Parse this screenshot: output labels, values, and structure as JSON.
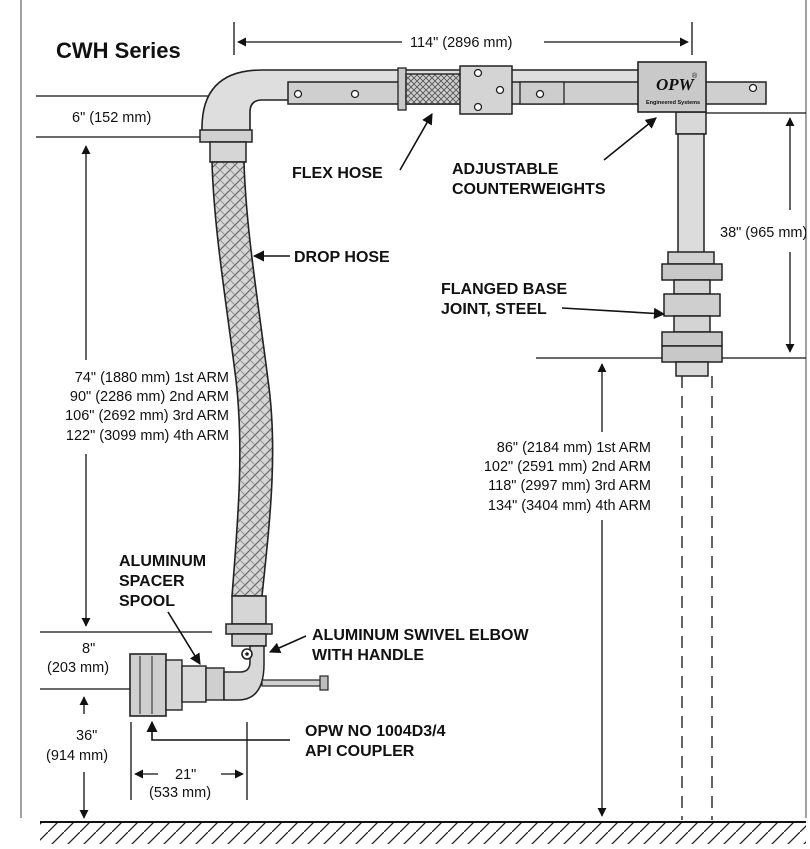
{
  "title": "CWH Series",
  "brand": {
    "name": "OPW",
    "reg": "®",
    "tagline": "Engineered Systems"
  },
  "labels": {
    "flex_hose": "FLEX HOSE",
    "adjustable_counterweights": [
      "ADJUSTABLE",
      "COUNTERWEIGHTS"
    ],
    "drop_hose": "DROP HOSE",
    "flanged_base_joint": [
      "FLANGED BASE",
      "JOINT, STEEL"
    ],
    "aluminum_spacer_spool": [
      "ALUMINUM",
      "SPACER",
      "SPOOL"
    ],
    "aluminum_swivel_elbow": [
      "ALUMINUM SWIVEL ELBOW",
      "WITH HANDLE"
    ],
    "api_coupler": [
      "OPW NO 1004D3/4",
      "API COUPLER"
    ]
  },
  "dimensions": {
    "arm_length": "114\" (2896 mm)",
    "elbow_offset": "6\" (152 mm)",
    "riser_height": "38\" (965 mm)",
    "drop_lengths": [
      "74\" (1880 mm) 1st ARM",
      "90\" (2286 mm) 2nd ARM",
      "106\" (2692 mm) 3rd ARM",
      "122\" (3099 mm) 4th ARM"
    ],
    "base_heights": [
      "86\" (2184 mm) 1st ARM",
      "102\" (2591 mm) 2nd ARM",
      "118\" (2997 mm) 3rd ARM",
      "134\" (3404 mm) 4th ARM"
    ],
    "swivel_offset": [
      "8\"",
      "(203 mm)"
    ],
    "coupler_height": [
      "36\"",
      "(914 mm)"
    ],
    "coupler_reach": [
      "21\"",
      "(533 mm)"
    ]
  }
}
